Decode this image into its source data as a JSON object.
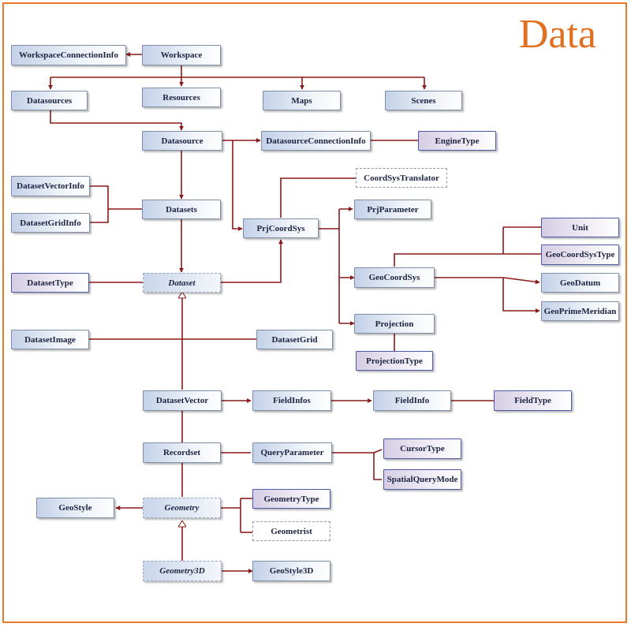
{
  "page_title": "Data",
  "classes": {
    "workspace_connection_info": "WorkspaceConnectionInfo",
    "workspace": "Workspace",
    "datasources": "Datasources",
    "resources": "Resources",
    "maps": "Maps",
    "scenes": "Scenes",
    "datasource": "Datasource",
    "datasource_connection_info": "DatasourceConnectionInfo",
    "engine_type": "EngineType",
    "coord_sys_translator": "CoordSysTranslator",
    "dataset_vector_info": "DatasetVectorInfo",
    "datasets": "Datasets",
    "prj_parameter": "PrjParameter",
    "dataset_grid_info": "DatasetGridInfo",
    "prj_coord_sys": "PrjCoordSys",
    "unit": "Unit",
    "geo_coord_sys_type": "GeoCoordSysType",
    "dataset_type": "DatasetType",
    "dataset": "Dataset",
    "geo_coord_sys": "GeoCoordSys",
    "geo_datum": "GeoDatum",
    "geo_prime_meridian": "GeoPrimeMeridian",
    "projection": "Projection",
    "dataset_image": "DatasetImage",
    "dataset_grid": "DatasetGrid",
    "projection_type": "ProjectionType",
    "dataset_vector": "DatasetVector",
    "field_infos": "FieldInfos",
    "field_info": "FieldInfo",
    "field_type": "FieldType",
    "cursor_type": "CursorType",
    "recordset": "Recordset",
    "query_parameter": "QueryParameter",
    "spatial_query_mode": "SpatialQueryMode",
    "geo_style": "GeoStyle",
    "geometry": "Geometry",
    "geometry_type": "GeometryType",
    "geometrist": "Geometrist",
    "geometry_3d": "Geometry3D",
    "geo_style_3d": "GeoStyle3D"
  },
  "colors": {
    "frame": "#e8782a",
    "title": "#e0701f",
    "connector": "#8b1a1a"
  }
}
